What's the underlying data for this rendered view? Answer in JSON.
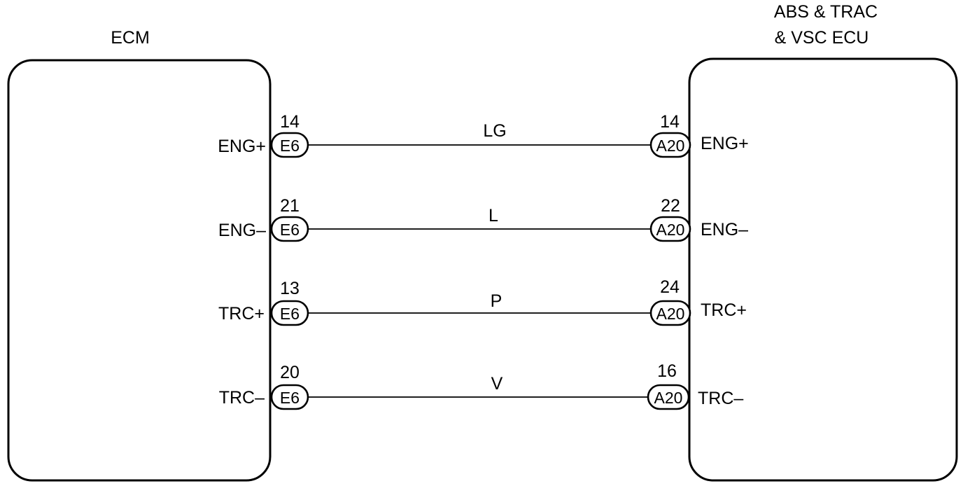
{
  "components": {
    "left": {
      "title": "ECM"
    },
    "right": {
      "title_lines": [
        "ABS & TRAC",
        "& VSC ECU"
      ]
    }
  },
  "connectors": {
    "left": "E6",
    "right": "A20"
  },
  "wires": [
    {
      "color_code": "LG",
      "left_pin": "14",
      "left_signal": "ENG+",
      "right_pin": "14",
      "right_signal": "ENG+"
    },
    {
      "color_code": "L",
      "left_pin": "21",
      "left_signal": "ENG–",
      "right_pin": "22",
      "right_signal": "ENG–"
    },
    {
      "color_code": "P",
      "left_pin": "13",
      "left_signal": "TRC+",
      "right_pin": "24",
      "right_signal": "TRC+"
    },
    {
      "color_code": "V",
      "left_pin": "20",
      "left_signal": "TRC–",
      "right_pin": "16",
      "right_signal": "TRC–"
    }
  ]
}
